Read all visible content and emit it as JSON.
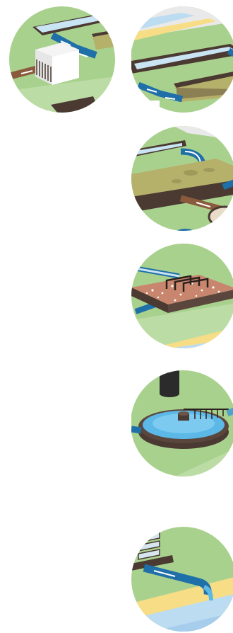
{
  "diagram": {
    "kind": "wastewater-treatment-process",
    "colors": {
      "grass": "#a9d18e",
      "grass_light": "#bcdca6",
      "water": "#1f6fa8",
      "water_light": "#5cb8e6",
      "sand": "#f7dd86",
      "sky": "#bcdcf2",
      "wall_dark": "#4a3a32",
      "sludge": "#b5b06a",
      "pipe_brown": "#8a5a3c",
      "gravel": "#c8866e"
    },
    "vignettes": [
      {
        "id": "screening",
        "icon": "screen-building-icon"
      },
      {
        "id": "primary-settling",
        "icon": "channel-icon"
      },
      {
        "id": "aeration",
        "icon": "aeration-basin-icon"
      },
      {
        "id": "filtration",
        "icon": "gravel-filter-icon"
      },
      {
        "id": "clarifier",
        "icon": "round-clarifier-icon"
      },
      {
        "id": "discharge",
        "icon": "outfall-pipe-icon"
      }
    ]
  }
}
